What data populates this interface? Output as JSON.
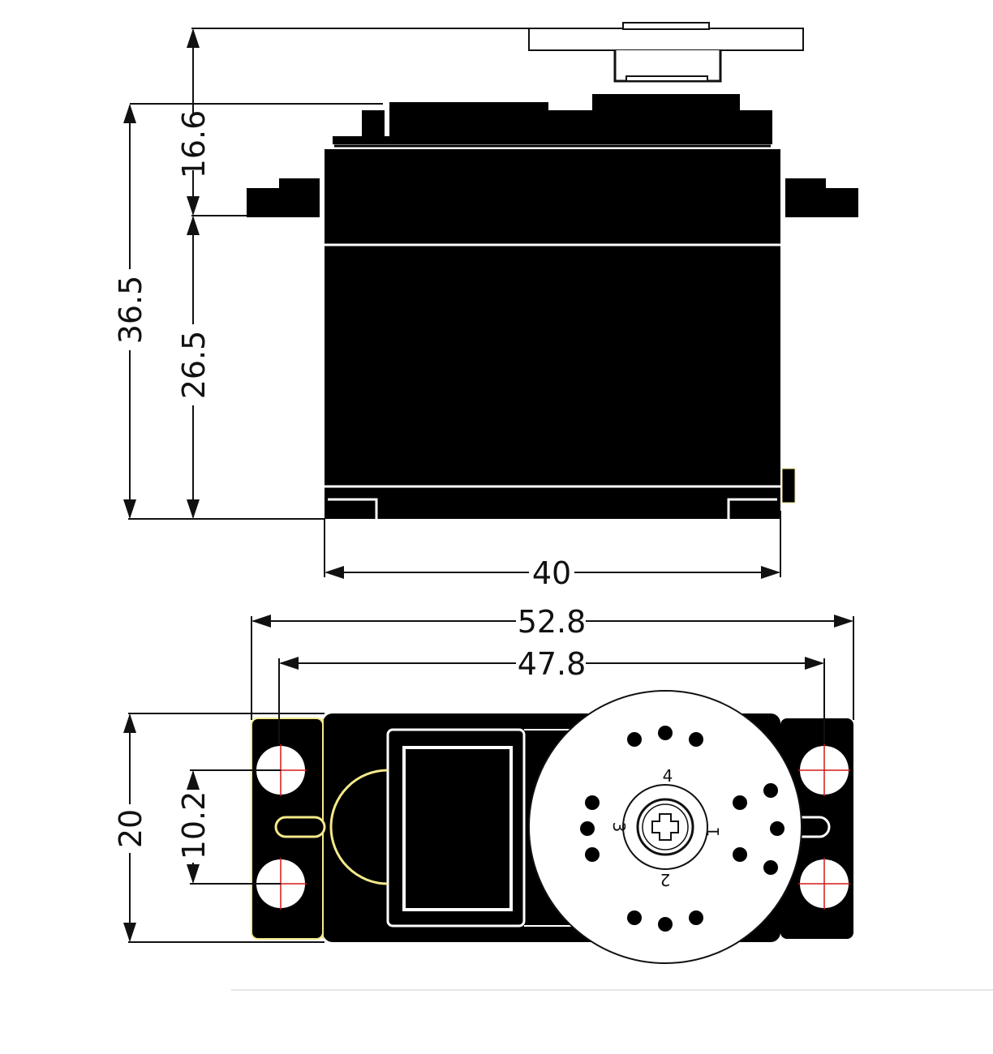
{
  "dimensions": {
    "side_view": {
      "shaft_height": "16.6",
      "total_height": "36.5",
      "body_height": "26.5",
      "body_width": "40"
    },
    "top_view": {
      "overall_length": "52.8",
      "hole_spacing": "47.8",
      "width": "20",
      "hole_pitch": "10.2"
    }
  },
  "horn_numbers": [
    "1",
    "2",
    "3",
    "4"
  ],
  "colors": {
    "body": "#000000",
    "line": "#111111",
    "highlight": "#f3e98a",
    "hole_mark": "#d81818",
    "background": "#ffffff"
  }
}
